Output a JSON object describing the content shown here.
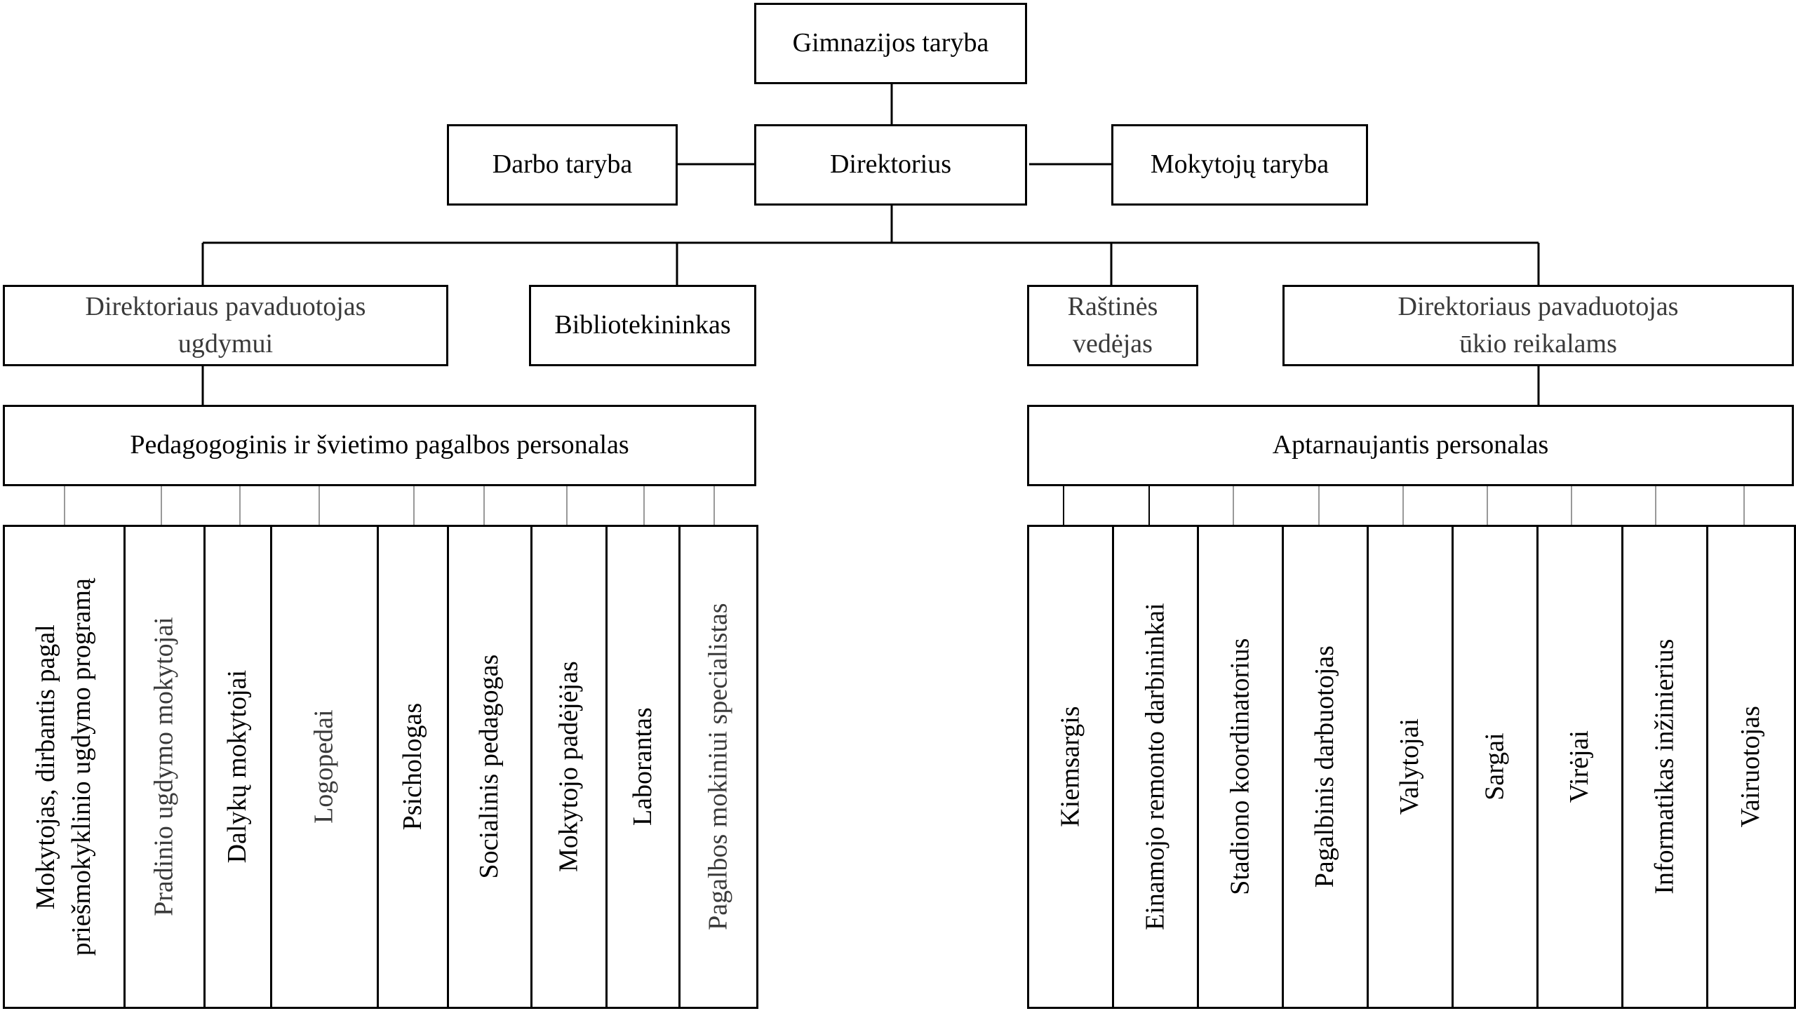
{
  "top": {
    "council": "Gimnazijos taryba",
    "director": "Direktorius",
    "work_council": "Darbo taryba",
    "teachers_council": "Mokytojų taryba"
  },
  "level2": {
    "deputy_education": [
      "Direktoriaus pavaduotojas",
      "ugdymui"
    ],
    "librarian": "Bibliotekininkas",
    "office_head": [
      "Raštinės",
      "vedėjas"
    ],
    "deputy_economy": [
      "Direktoriaus pavaduotojas",
      "ūkio reikalams"
    ]
  },
  "groups": {
    "pedagogical": "Pedagogoginis ir švietimo pagalbos personalas",
    "service": "Aptarnaujantis personalas"
  },
  "pedagogical_roles": [
    [
      "Mokytojas, dirbantis pagal",
      "priešmokyklinio ugdymo programą"
    ],
    [
      "Pradinio ugdymo mokytojai"
    ],
    [
      "Dalykų mokytojai"
    ],
    [
      "Logopedai"
    ],
    [
      "Psichologas"
    ],
    [
      "Socialinis pedagogas"
    ],
    [
      "Mokytojo padėjėjas"
    ],
    [
      "Laborantas"
    ],
    [
      "Pagalbos mokiniui specialistas"
    ]
  ],
  "service_roles": [
    [
      "Kiemsargis"
    ],
    [
      "Einamojo remonto darbininkai"
    ],
    [
      "Stadiono koordinatorius"
    ],
    [
      "Pagalbinis darbuotojas"
    ],
    [
      "Valytojai"
    ],
    [
      "Sargai"
    ],
    [
      "Virėjai"
    ],
    [
      "Informatikas inžinierius"
    ],
    [
      "Vairuotojas"
    ]
  ],
  "colors": {
    "line": "#000000",
    "light_line": "#999999",
    "text_grey": "#3a3a3a"
  }
}
